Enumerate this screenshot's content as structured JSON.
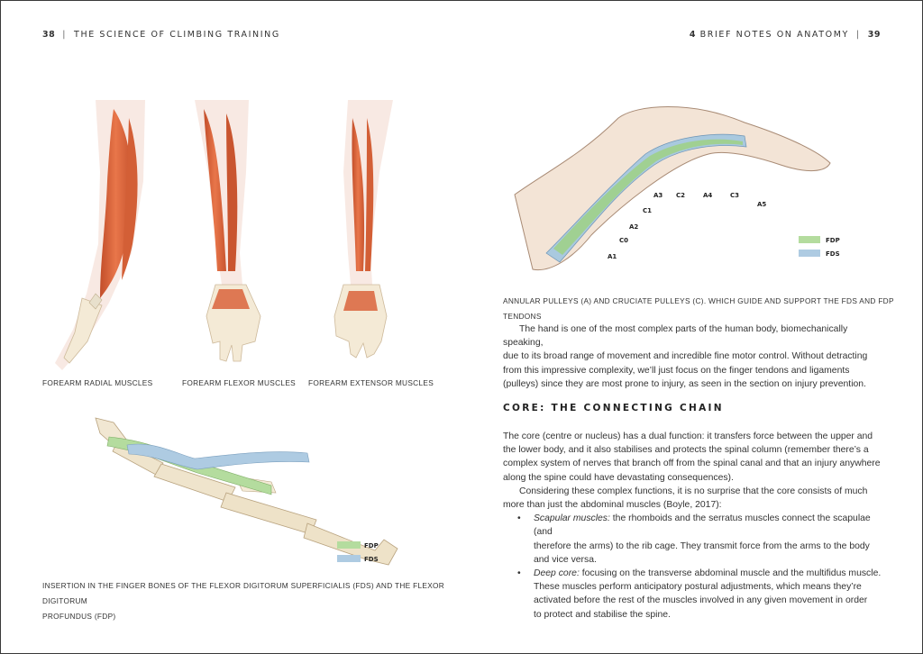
{
  "header": {
    "left_page_number": "38",
    "left_title": "THE SCIENCE OF CLIMBING TRAINING",
    "right_chapter_number": "4",
    "right_title": "BRIEF NOTES ON ANATOMY",
    "right_page_number": "39"
  },
  "left_page": {
    "forearm_captions": [
      "FOREARM RADIAL MUSCLES",
      "FOREARM FLEXOR MUSCLES",
      "FOREARM EXTENSOR MUSCLES"
    ],
    "insertion_legend": {
      "fdp": "FDP",
      "fds": "FDS"
    },
    "insertion_caption_line1": "INSERTION IN THE FINGER BONES OF THE FLEXOR DIGITORUM SUPERFICIALIS (FDS) AND THE FLEXOR DIGITORUM",
    "insertion_caption_line2": "PROFUNDUS (FDP)"
  },
  "right_page": {
    "pulley_labels": {
      "a1": "A1",
      "c0": "C0",
      "a2": "A2",
      "c1": "C1",
      "a3": "A3",
      "c2": "C2",
      "a4": "A4",
      "c3": "C3",
      "a5": "A5"
    },
    "pulley_legend": {
      "fdp": "FDP",
      "fds": "FDS"
    },
    "pulley_caption": "ANNULAR PULLEYS (A) AND CRUCIATE PULLEYS (C). WHICH GUIDE AND SUPPORT THE FDS AND FDP TENDONS",
    "hand_paragraph": [
      "The hand is one of the most complex parts of the human body, biomechanically speaking,",
      "due to its broad range of movement and incredible fine motor control. Without detracting",
      "from this impressive complexity, we’ll just focus on the finger tendons and ligaments",
      "(pulleys) since they are most prone to injury, as seen in the section on injury prevention."
    ],
    "section_heading": "CORE: THE CONNECTING CHAIN",
    "core_paragraph1": [
      "The core (centre or nucleus) has a dual function: it transfers force between the upper and",
      "the lower body, and it also stabilises and protects the spinal column (remember there’s a",
      "complex system of nerves that branch off from the spinal canal and that an injury anywhere",
      "along the spine could have devastating consequences)."
    ],
    "core_paragraph2": [
      "Considering these complex functions, it is no surprise that the core consists of much",
      "more than just the abdominal muscles (Boyle, 2017):"
    ],
    "bullet_marker": "•",
    "bullets": [
      {
        "term": "Scapular muscles:",
        "lines": [
          " the rhomboids and the serratus muscles connect the scapulae (and",
          "therefore the arms) to the rib cage. They transmit force from the arms to the body",
          "and vice versa."
        ]
      },
      {
        "term": "Deep core:",
        "lines": [
          " focusing on the transverse abdominal muscle and the multifidus muscle.",
          "These muscles perform anticipatory postural adjustments, which means they’re",
          "activated before the rest of the muscles involved in any given movement in order",
          "to protect and stabilise the spine."
        ]
      }
    ]
  },
  "colors": {
    "fdp": "#9fd08a",
    "fds": "#a9c9df",
    "muscle": "#d9643c",
    "bone": "#efe4cc"
  }
}
